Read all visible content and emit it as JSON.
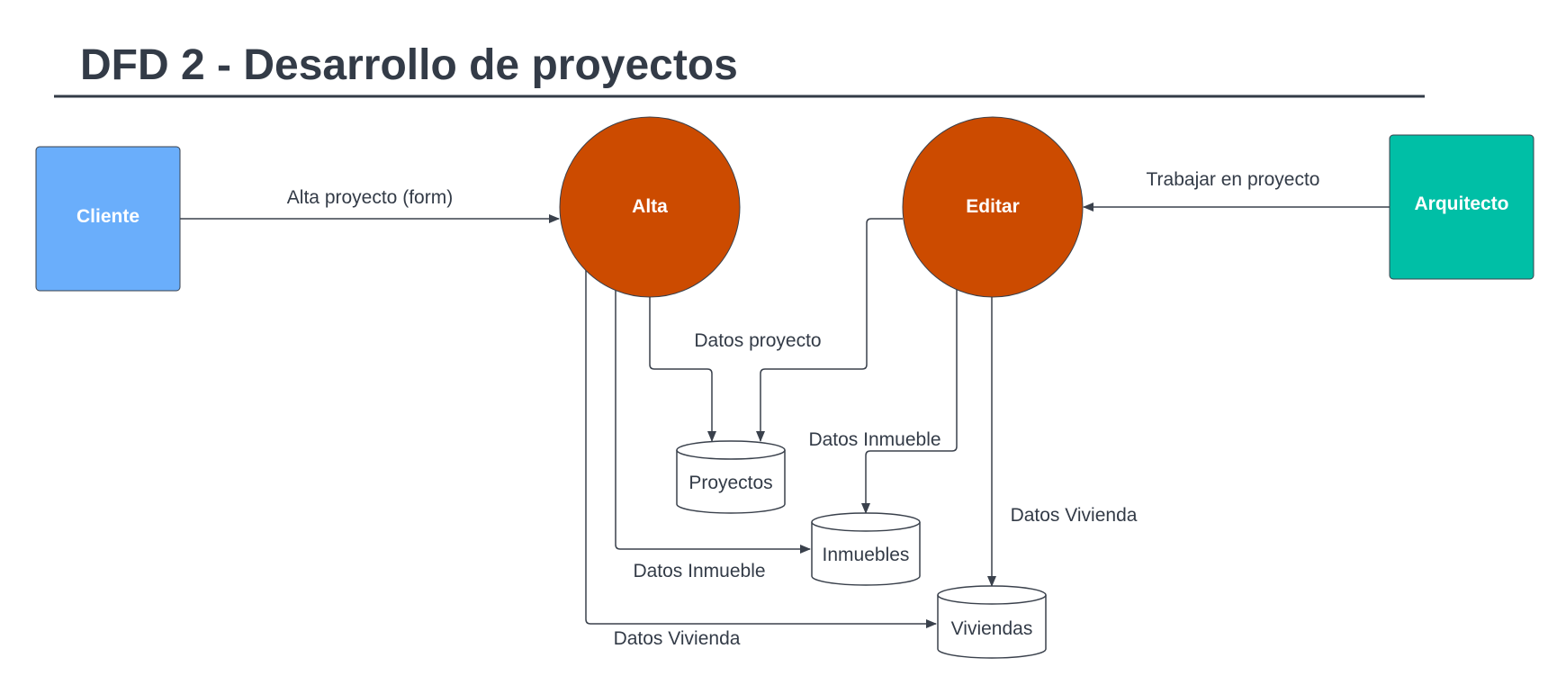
{
  "title": "DFD 2 - Desarrollo de proyectos",
  "colors": {
    "entity_cliente": "#6aaefb",
    "entity_arquitecto": "#00bfa6",
    "process": "#cc4b00",
    "line": "#3a414c",
    "text": "#333b47"
  },
  "entities": {
    "cliente": "Cliente",
    "arquitecto": "Arquitecto"
  },
  "processes": {
    "alta": "Alta",
    "editar": "Editar"
  },
  "stores": {
    "proyectos": "Proyectos",
    "inmuebles": "Inmuebles",
    "viviendas": "Viviendas"
  },
  "flows": {
    "cliente_alta": "Alta proyecto (form)",
    "arquitecto_editar": "Trabajar en proyecto",
    "datos_proyecto": "Datos proyecto",
    "editar_inmueble": "Datos Inmueble",
    "editar_vivienda": "Datos Vivienda",
    "alta_inmueble": "Datos Inmueble",
    "alta_vivienda": "Datos Vivienda"
  }
}
